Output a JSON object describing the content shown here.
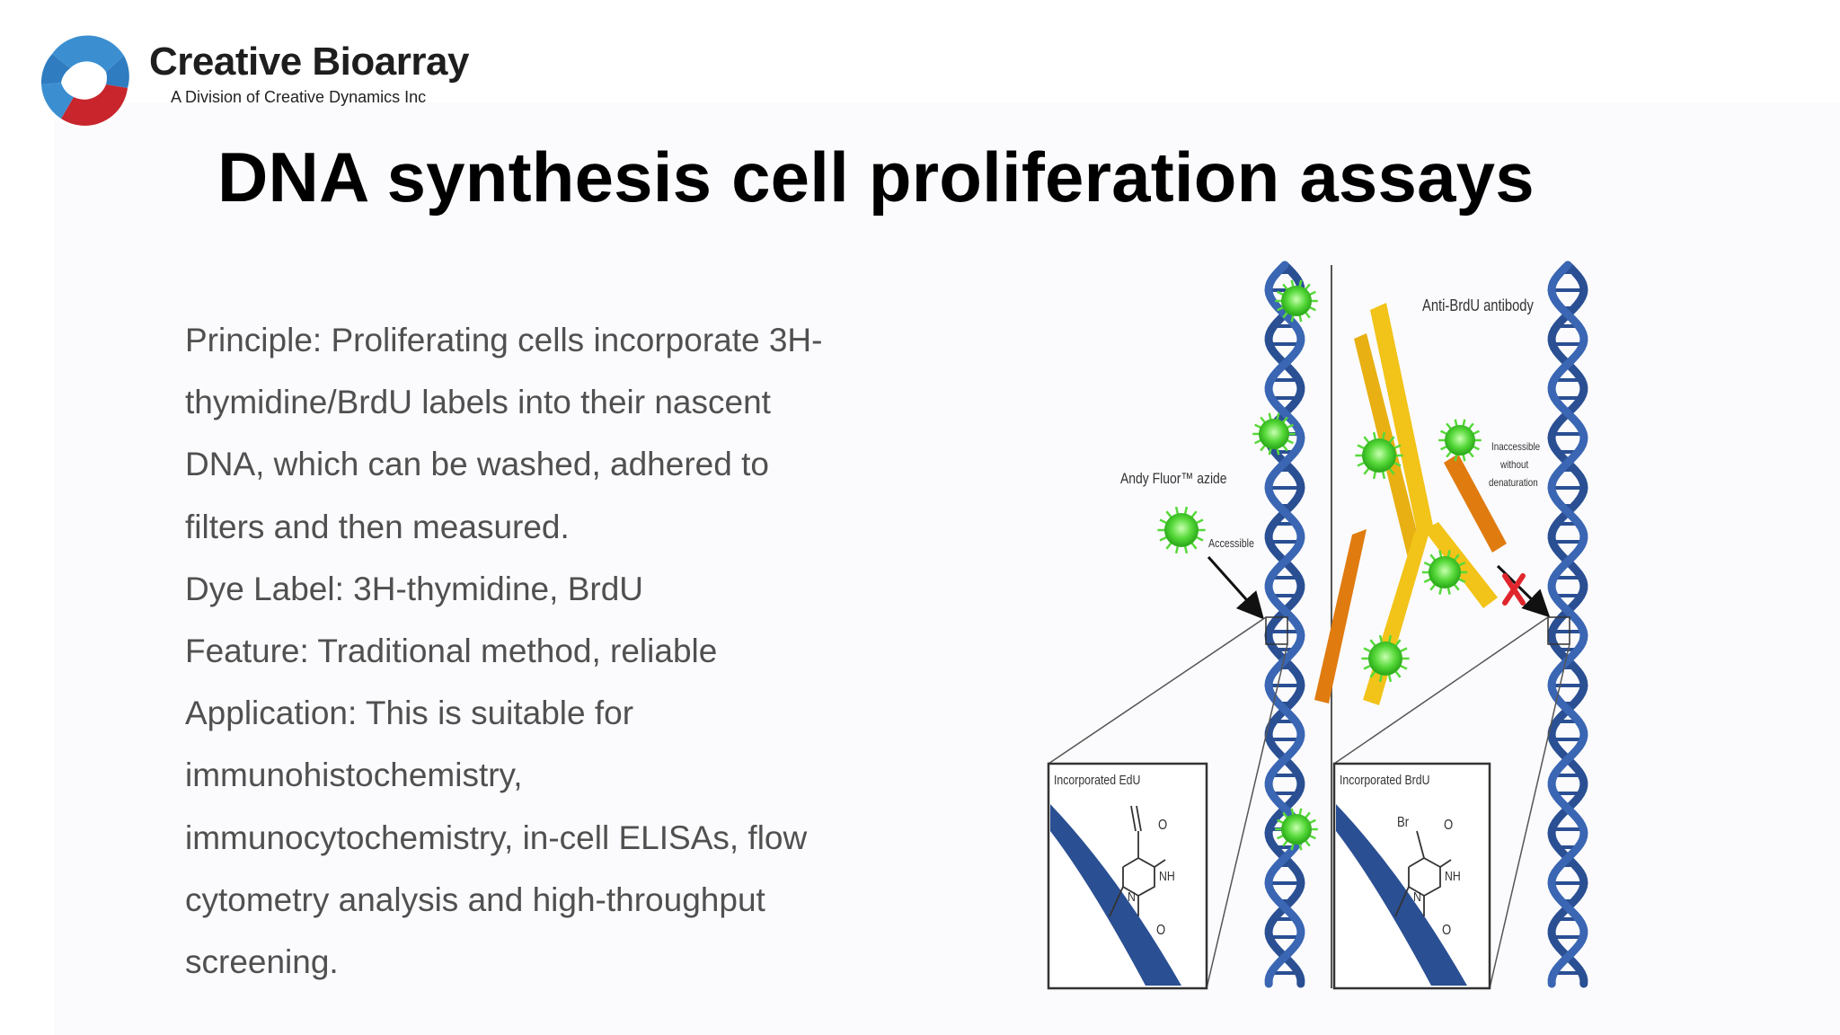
{
  "logo": {
    "name": "Creative Bioarray",
    "tagline": "A Division of Creative Dynamics Inc",
    "colors": {
      "blue": "#3b8fd1",
      "red": "#c9252c"
    }
  },
  "title": "DNA synthesis cell proliferation assays",
  "body_lines": [
    "Principle: Proliferating cells incorporate 3H-",
    "thymidine/BrdU labels into their nascent",
    "DNA, which can be washed, adhered to",
    "filters and then measured.",
    "Dye Label: 3H-thymidine, BrdU",
    "Feature: Traditional method, reliable",
    "Application: This is suitable for",
    "immunohistochemistry,",
    "immunocytochemistry, in-cell ELISAs, flow",
    "cytometry analysis and high-throughput",
    "screening."
  ],
  "figure": {
    "left_panel": {
      "dye_label": "Andy Fluor™ azide",
      "accessible_label": "Accessible",
      "inset_label": "Incorporated EdU",
      "inset_atoms": {
        "o_top": "O",
        "nh": "NH",
        "n": "N",
        "o_bottom": "O"
      }
    },
    "right_panel": {
      "antibody_label": "Anti-BrdU antibody",
      "inaccessible_label": [
        "Inaccessible",
        "without",
        "denaturation"
      ],
      "inset_label": "Incorporated BrdU",
      "inset_atoms": {
        "br": "Br",
        "o_top": "O",
        "nh": "NH",
        "n": "N",
        "o_bottom": "O"
      }
    },
    "colors": {
      "dna": "#2a4f93",
      "fluor": "#57d93a",
      "antibody": "#f2c318",
      "antibody_dark": "#e07b10",
      "blocked": "#e0262c"
    }
  }
}
